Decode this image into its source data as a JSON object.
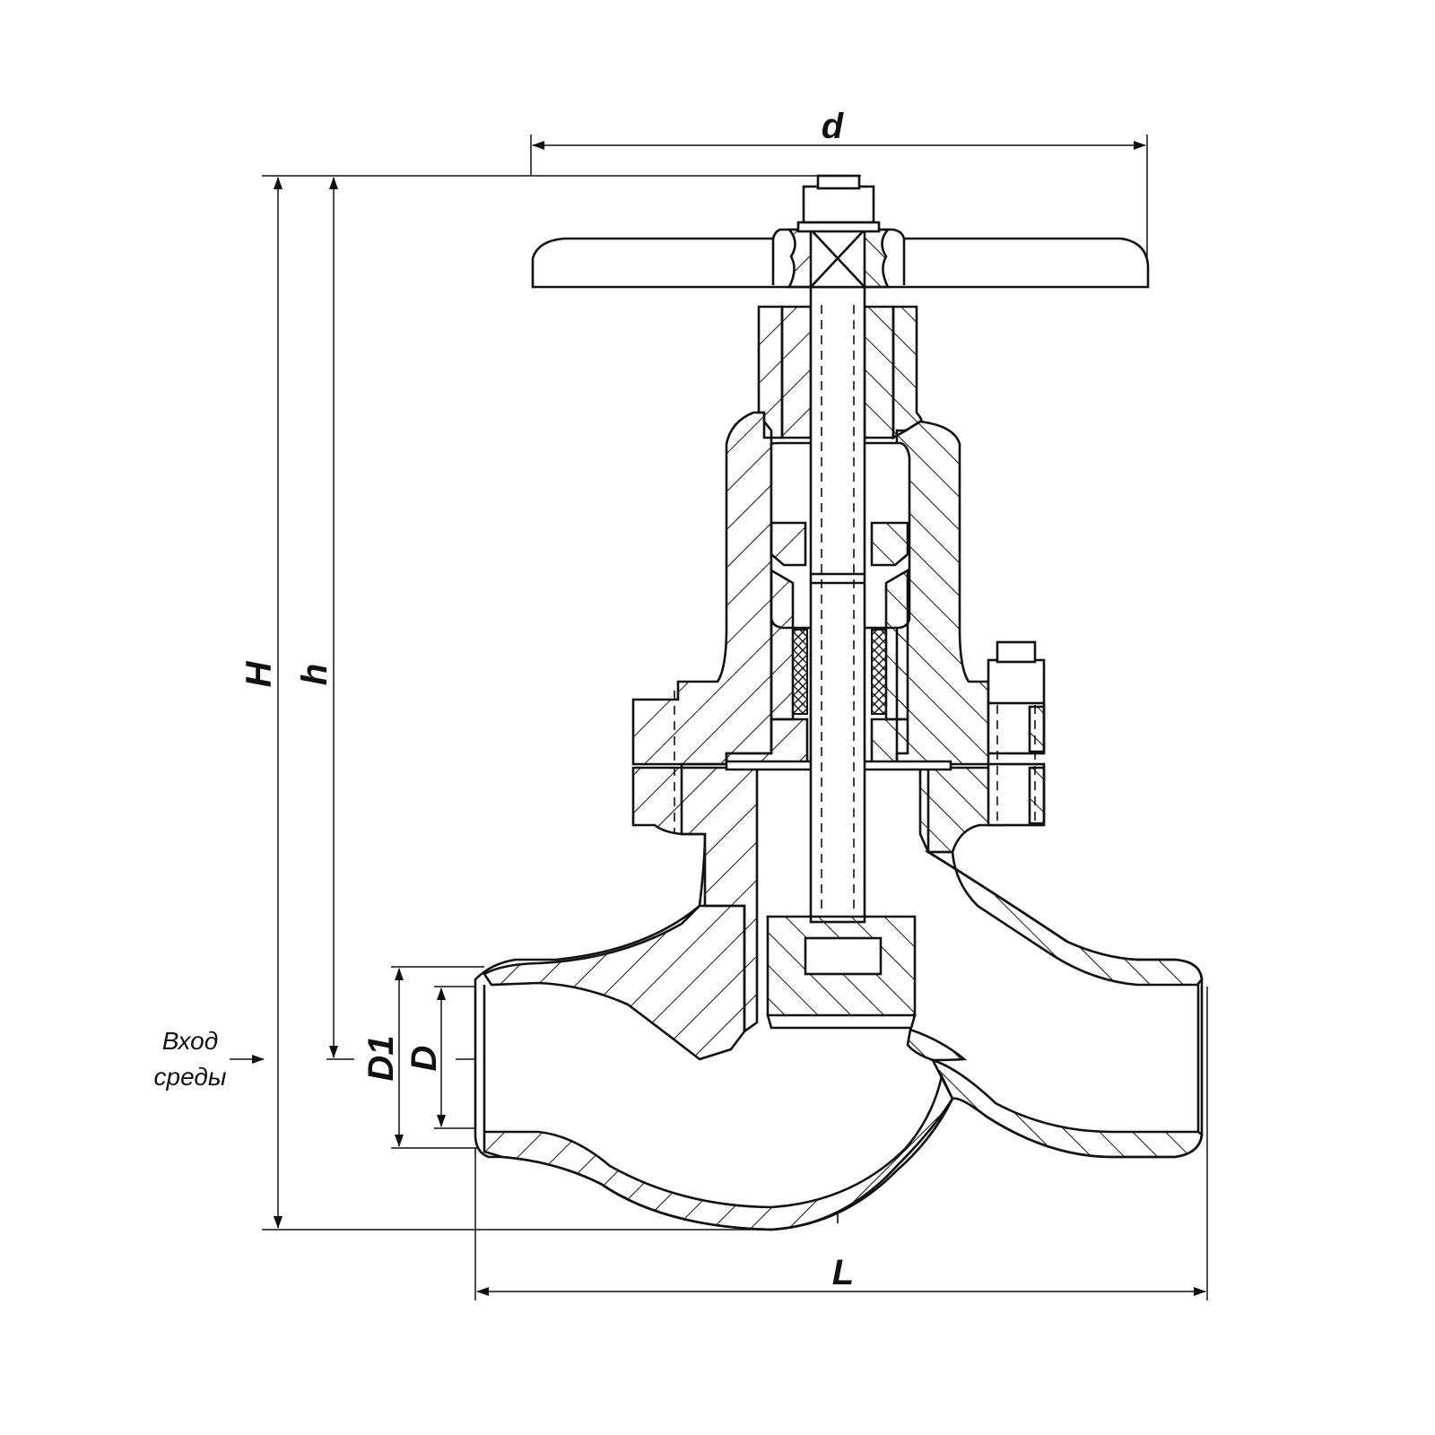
{
  "diagram": {
    "dimensions": {
      "d": "d",
      "H": "H",
      "h": "h",
      "D1": "D1",
      "D": "D",
      "L": "L"
    },
    "flow_label": {
      "line1": "Вход",
      "line2": "среды"
    }
  }
}
